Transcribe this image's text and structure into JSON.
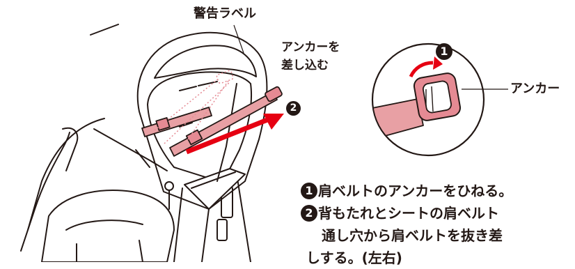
{
  "labels": {
    "warning_label": "警告ラベル",
    "insert_anchor_line1": "アンカーを",
    "insert_anchor_line2": "差し込む",
    "anchor": "アンカー"
  },
  "markers": {
    "step1": "1",
    "step2": "2"
  },
  "instructions": {
    "step1_text": "肩ベルトのアンカーをひねる。",
    "step2_line1": "背もたれとシートの肩ベルト",
    "step2_line2": "通し穴から肩ベルトを抜き差",
    "step2_line3": "しする。(左右)"
  },
  "colors": {
    "ink": "#231815",
    "belt_pink": "#e8a0a4",
    "anchor_pink": "#e58a93",
    "arrow_red": "#e60012"
  }
}
